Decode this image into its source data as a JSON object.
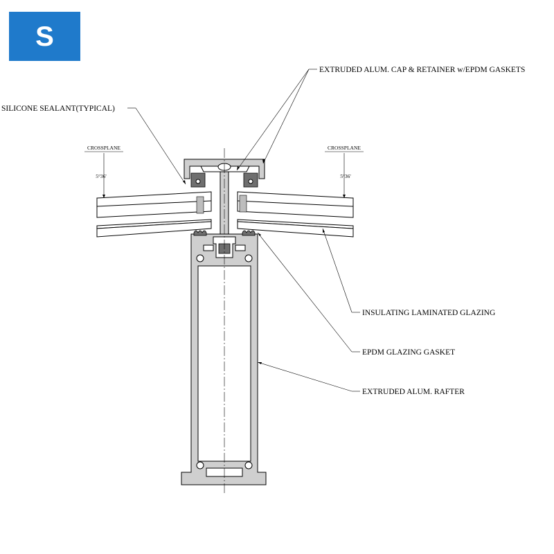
{
  "logo": {
    "letter": "S",
    "color": "#1f7acb"
  },
  "labels": {
    "cap_retainer": "EXTRUDED ALUM. CAP & RETAINER w/EPDM GASKETS",
    "silicone": "SILICONE SEALANT(TYPICAL)",
    "crossplane_left": "CROSSPLANE",
    "crossplane_right": "CROSSPLANE",
    "angle_left": "5°36'",
    "angle_right": "5°36'",
    "insulating": "INSULATING LAMINATED GLAZING",
    "epdm": "EPDM GLAZING GASKET",
    "rafter": "EXTRUDED ALUM. RAFTER"
  }
}
